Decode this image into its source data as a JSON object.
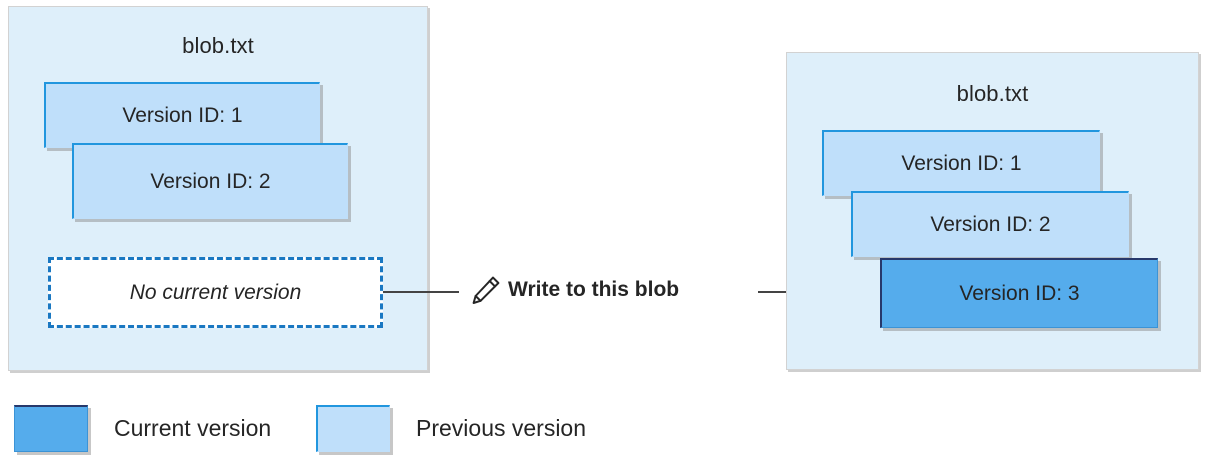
{
  "diagram": {
    "left_panel": {
      "title": "blob.txt",
      "versions": [
        {
          "label": "Version ID: 1",
          "state": "previous"
        },
        {
          "label": "Version ID: 2",
          "state": "previous"
        }
      ],
      "no_current_version_label": "No current version"
    },
    "right_panel": {
      "title": "blob.txt",
      "versions": [
        {
          "label": "Version ID: 1",
          "state": "previous"
        },
        {
          "label": "Version ID: 2",
          "state": "previous"
        },
        {
          "label": "Version ID: 3",
          "state": "current"
        }
      ]
    },
    "annotation": {
      "label": "Write to this blob",
      "icon": "pencil-icon"
    },
    "legend": {
      "items": [
        {
          "label": "Current version",
          "color": "#55acec"
        },
        {
          "label": "Previous version",
          "color": "#bfdffa"
        }
      ]
    },
    "colors": {
      "panel_background": "#deeffa",
      "panel_border": "#d2d2d2",
      "previous_version_fill": "#bfdffa",
      "previous_version_accent": "#2196de",
      "current_version_fill": "#55acec",
      "current_version_accent": "#27386b",
      "dashed_border": "#1a78c2",
      "connector": "#444444",
      "text": "#252525"
    }
  }
}
